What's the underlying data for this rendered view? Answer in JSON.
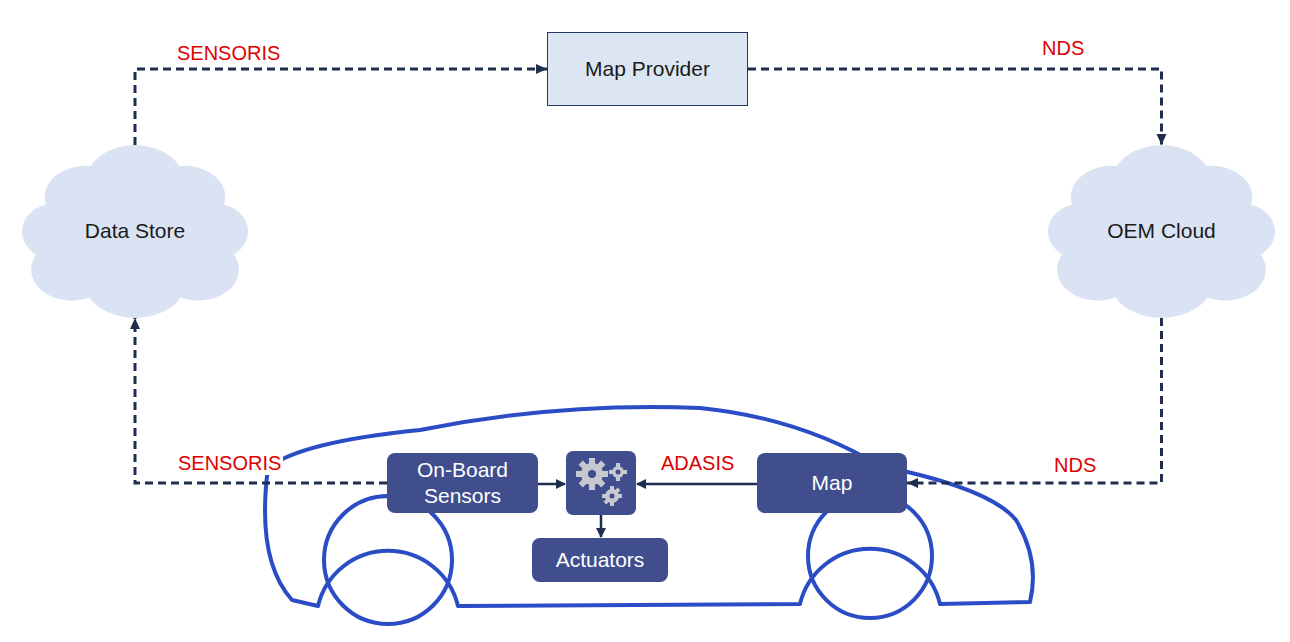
{
  "diagram": {
    "nodes": [
      {
        "text": [
          "Map Provider"
        ]
      },
      {
        "text": [
          "Data Store"
        ]
      },
      {
        "text": [
          "OEM Cloud"
        ]
      },
      {
        "text": [
          "On-Board Sensors"
        ]
      },
      {
        "text": [
          "Map"
        ]
      },
      {
        "text": [
          "Actuators"
        ]
      }
    ],
    "edges": [
      {
        "from": 3,
        "to": 1,
        "arrow": "to",
        "label": "SENSORIS"
      },
      {
        "from": 1,
        "to": 0,
        "arrow": "to",
        "label": "SENSORIS"
      },
      {
        "from": 0,
        "to": 2,
        "arrow": "to",
        "label": "NDS"
      },
      {
        "from": 2,
        "to": 4,
        "arrow": "to",
        "label": "NDS"
      }
    ],
    "labels": [
      "ADASIS"
    ]
  }
}
